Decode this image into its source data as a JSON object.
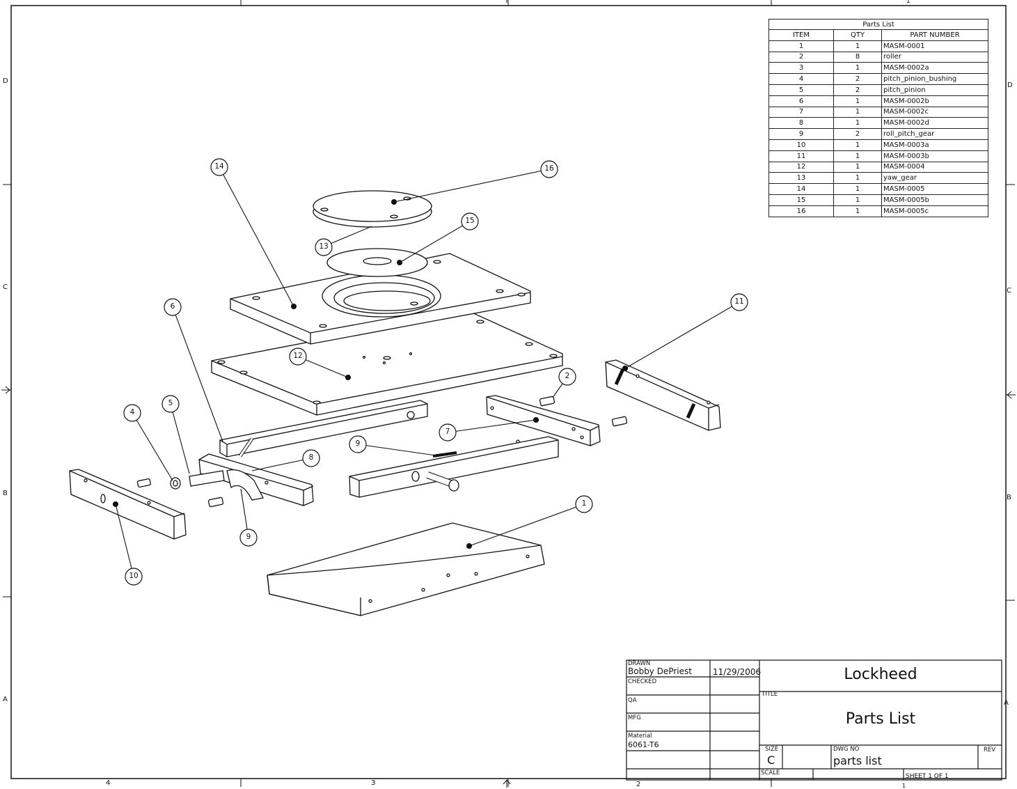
{
  "zones": {
    "left": [
      "D",
      "C",
      "B",
      "A"
    ],
    "right": [
      "D",
      "C",
      "B",
      "A"
    ],
    "bottom": [
      "4",
      "3",
      "2",
      "1"
    ],
    "top": [
      "1"
    ]
  },
  "parts_list": {
    "title": "Parts List",
    "headers": [
      "ITEM",
      "QTY",
      "PART NUMBER"
    ],
    "rows": [
      {
        "item": "1",
        "qty": "1",
        "part": "MASM-0001"
      },
      {
        "item": "2",
        "qty": "8",
        "part": "roller"
      },
      {
        "item": "3",
        "qty": "1",
        "part": "MASM-0002a"
      },
      {
        "item": "4",
        "qty": "2",
        "part": "pitch_pinion_bushing"
      },
      {
        "item": "5",
        "qty": "2",
        "part": "pitch_pinion"
      },
      {
        "item": "6",
        "qty": "1",
        "part": "MASM-0002b"
      },
      {
        "item": "7",
        "qty": "1",
        "part": "MASM-0002c"
      },
      {
        "item": "8",
        "qty": "1",
        "part": "MASM-0002d"
      },
      {
        "item": "9",
        "qty": "2",
        "part": "roll_pitch_gear"
      },
      {
        "item": "10",
        "qty": "1",
        "part": "MASM-0003a"
      },
      {
        "item": "11",
        "qty": "1",
        "part": "MASM-0003b"
      },
      {
        "item": "12",
        "qty": "1",
        "part": "MASM-0004"
      },
      {
        "item": "13",
        "qty": "1",
        "part": "yaw_gear"
      },
      {
        "item": "14",
        "qty": "1",
        "part": "MASM-0005"
      },
      {
        "item": "15",
        "qty": "1",
        "part": "MASM-0005b"
      },
      {
        "item": "16",
        "qty": "1",
        "part": "MASM-0005c"
      }
    ]
  },
  "balloons": [
    "14",
    "16",
    "15",
    "13",
    "6",
    "12",
    "11",
    "2",
    "4",
    "5",
    "7",
    "9",
    "8",
    "9",
    "1",
    "10"
  ],
  "title_block": {
    "drawn_label": "DRAWN",
    "drawn_by": "Bobby DePriest",
    "drawn_date": "11/29/2006",
    "checked_label": "CHECKED",
    "qa_label": "QA",
    "mfg_label": "MFG",
    "material_label": "Material",
    "material": "6061-T6",
    "company": "Lockheed",
    "title_label": "TITLE",
    "title": "Parts List",
    "size_label": "SIZE",
    "size": "C",
    "dwg_no_label": "DWG NO",
    "dwg_no": "parts list",
    "rev_label": "REV",
    "scale_label": "SCALE",
    "sheet": "SHEET 1  OF 1"
  }
}
